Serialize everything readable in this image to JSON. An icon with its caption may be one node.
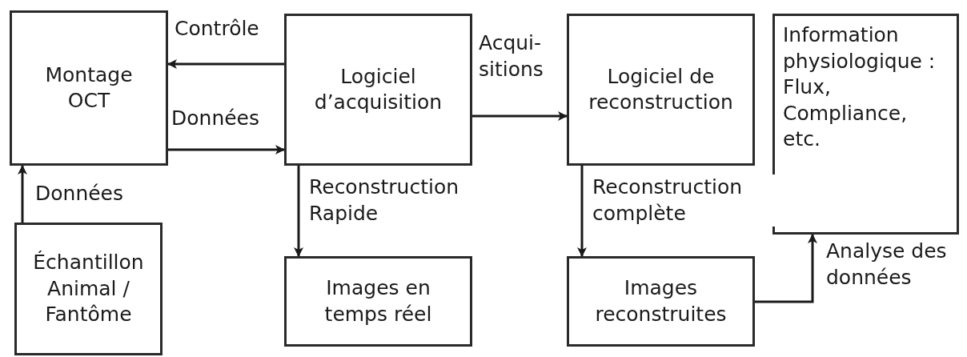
{
  "diagram": {
    "nodes": [
      {
        "text": [
          "Montage OCT"
        ]
      },
      {
        "text": [
          "Logiciel d’acquisition"
        ]
      },
      {
        "text": [
          "Logiciel de reconstruction"
        ]
      },
      {
        "text": [
          "Information physiologique : Flux, Compliance, etc."
        ]
      },
      {
        "text": [
          "Échantillon Animal / Fantôme"
        ]
      },
      {
        "text": [
          "Images en temps réel"
        ]
      },
      {
        "text": [
          "Images reconstruites"
        ]
      }
    ],
    "edges": [
      {
        "from": 1,
        "to": 0,
        "arrow": "to",
        "label": "Contrôle"
      },
      {
        "from": 0,
        "to": 1,
        "arrow": "to",
        "label": "Données"
      },
      {
        "from": 4,
        "to": 0,
        "arrow": "to",
        "label": "Données"
      },
      {
        "from": 1,
        "to": 2,
        "arrow": "to",
        "label": "Acqui- sitions"
      },
      {
        "from": 1,
        "to": 5,
        "arrow": "to",
        "label": "Reconstruction Rapide"
      },
      {
        "from": 2,
        "to": 6,
        "arrow": "to",
        "label": "Reconstruction complète"
      },
      {
        "from": 6,
        "to": 3,
        "arrow": "to",
        "label": "Analyse des données"
      }
    ]
  }
}
